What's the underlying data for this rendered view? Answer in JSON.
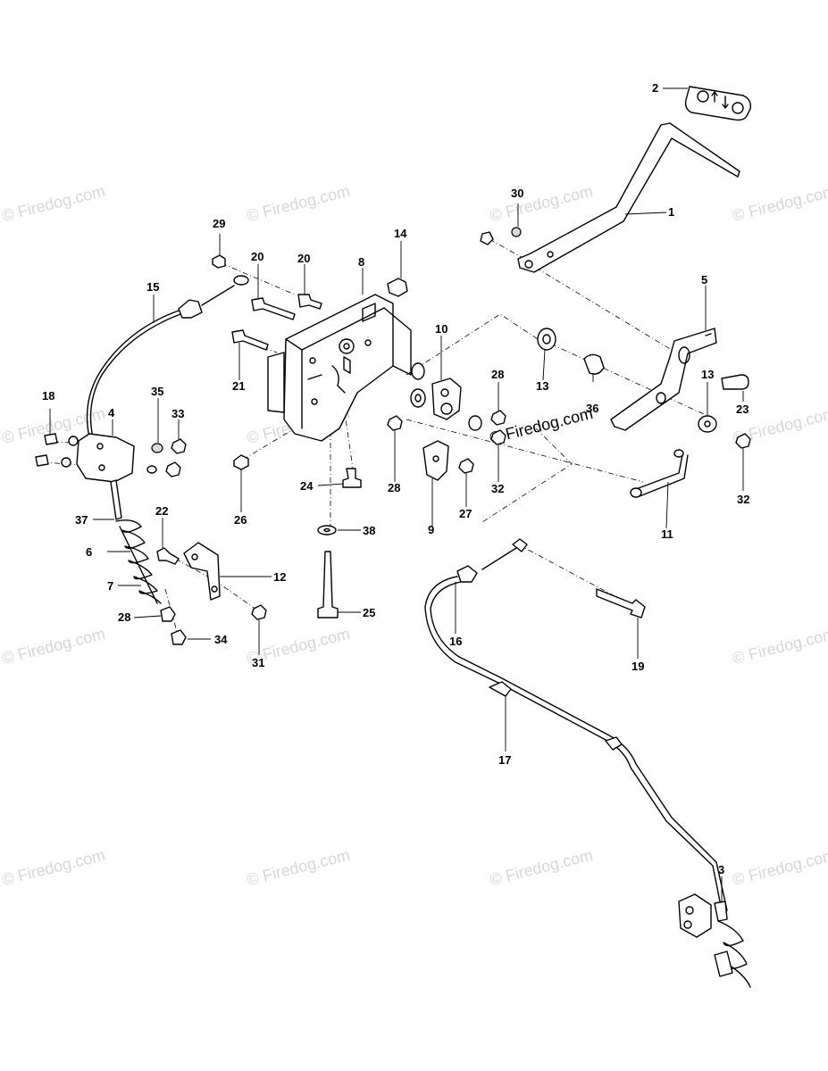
{
  "watermark": {
    "text": "© Firedog.com"
  },
  "callouts": {
    "c1": "1",
    "c2": "2",
    "c3": "3",
    "c4": "4",
    "c5": "5",
    "c6": "6",
    "c7": "7",
    "c8": "8",
    "c9": "9",
    "c10": "10",
    "c11": "11",
    "c12": "12",
    "c13a": "13",
    "c13b": "13",
    "c14": "14",
    "c15": "15",
    "c16": "16",
    "c17": "17",
    "c18": "18",
    "c19": "19",
    "c20a": "20",
    "c20b": "20",
    "c21": "21",
    "c22": "22",
    "c23": "23",
    "c24": "24",
    "c25": "25",
    "c26": "26",
    "c27": "27",
    "c28a": "28",
    "c28b": "28",
    "c28c": "28",
    "c29": "29",
    "c30": "30",
    "c31": "31",
    "c32a": "32",
    "c32b": "32",
    "c33": "33",
    "c34": "34",
    "c35": "35",
    "c36": "36",
    "c37": "37",
    "c38": "38"
  },
  "colors": {
    "line": "#000000",
    "watermark": "#d6d6d6",
    "background": "#ffffff"
  }
}
